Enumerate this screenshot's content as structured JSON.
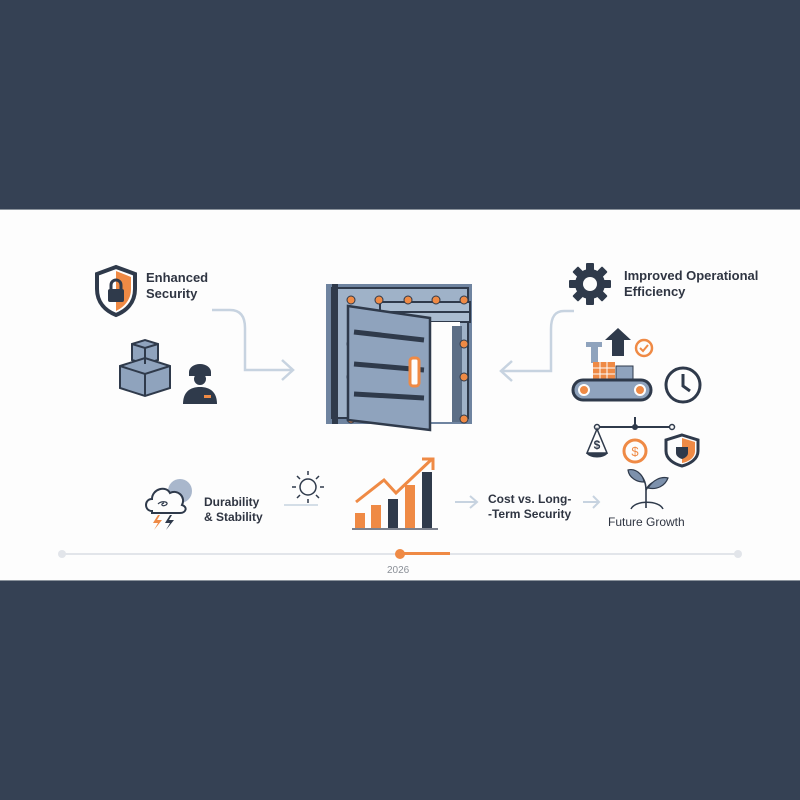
{
  "diagram": {
    "nodes": [
      {
        "id": "enhanced-security",
        "label_line1": "Enhanced",
        "label_line2": "Security"
      },
      {
        "id": "improved-efficiency",
        "label_line1": "Improved Operational",
        "label_line2": "Efficiency"
      },
      {
        "id": "durability",
        "label_line1": "Durability",
        "label_line2": "& Stability"
      },
      {
        "id": "cost-security",
        "label_line1": "Cost vs. Long-",
        "label_line2": "-Term Security"
      },
      {
        "id": "future-growth",
        "label": "Future Growth"
      }
    ],
    "timeline": {
      "year": "2026",
      "marker_position_pct": 46
    },
    "colors": {
      "background_dark": "#354154",
      "panel": "#fdfdfd",
      "accent_orange": "#ef8a45",
      "navy": "#2f3a4b",
      "steel": "#8fa3bd",
      "connector": "#c7d3e0"
    },
    "icons": [
      "shield-lock-icon",
      "boxes-icon",
      "worker-icon",
      "steel-door-icon",
      "gear-icon",
      "conveyor-icon",
      "clock-icon",
      "balance-scale-icon",
      "dollar-coin-icon",
      "shield-icon",
      "storm-cloud-icon",
      "sun-icon",
      "growth-chart-icon",
      "sprout-icon",
      "arrow-right-icon",
      "arrow-left-icon"
    ]
  }
}
